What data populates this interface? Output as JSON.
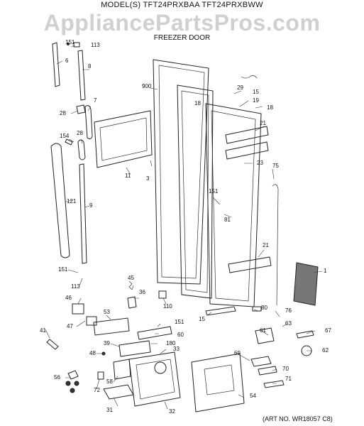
{
  "header": {
    "model_line": "MODEL(S) TFT24PRXBAA  TFT24PRXBWW",
    "watermark": "AppliancePartsPros.com",
    "assembly": "FREEZER DOOR"
  },
  "footer": {
    "art_number": "(ART NO. WR18057 C8)"
  },
  "callouts": [
    "151",
    "113",
    "6",
    "8",
    "900",
    "29",
    "15",
    "19",
    "18",
    "7",
    "28",
    "18",
    "21",
    "154",
    "28",
    "3",
    "11",
    "23",
    "75",
    "121",
    "9",
    "151",
    "81",
    "21",
    "151",
    "113",
    "1",
    "45",
    "36",
    "46",
    "53",
    "110",
    "80",
    "15",
    "76",
    "47",
    "151",
    "60",
    "63",
    "41",
    "39",
    "180",
    "61",
    "67",
    "48",
    "33",
    "62",
    "69",
    "56",
    "70",
    "58",
    "72",
    "71",
    "31",
    "32",
    "54"
  ]
}
